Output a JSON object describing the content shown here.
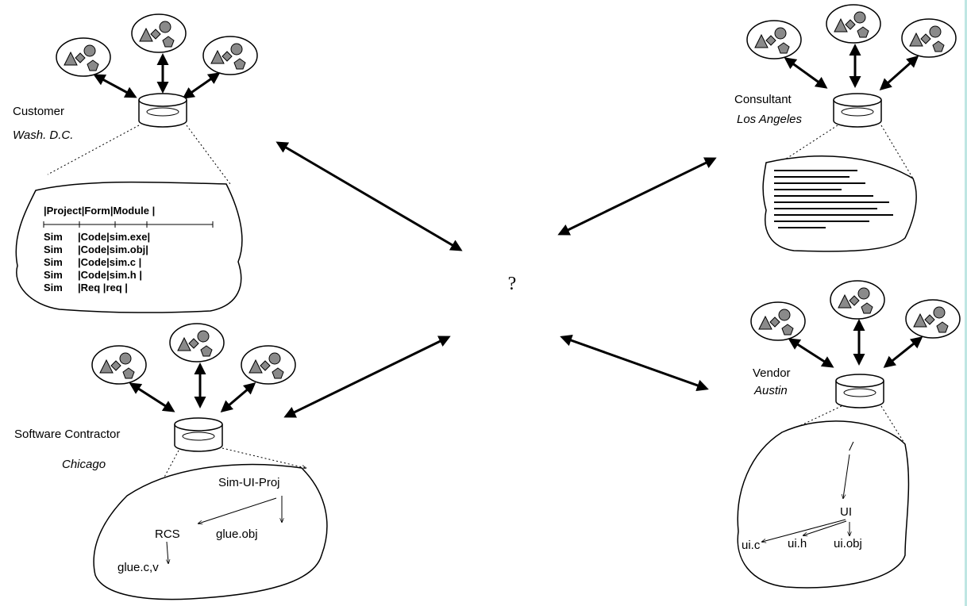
{
  "center": {
    "label": "?"
  },
  "nodes": {
    "customer": {
      "role": "Customer",
      "city": "Wash. D.C.",
      "table": {
        "header": "|Project|Form|Module |",
        "rows": [
          {
            "a": "Sim",
            "b": "|Code|sim.exe|"
          },
          {
            "a": "Sim",
            "b": "|Code|sim.obj|"
          },
          {
            "a": "Sim",
            "b": "|Code|sim.c   |"
          },
          {
            "a": "Sim",
            "b": "|Code|sim.h   |"
          },
          {
            "a": "Sim",
            "b": "|Req |req      |"
          }
        ]
      }
    },
    "consultant": {
      "role": "Consultant",
      "city": "Los Angeles"
    },
    "contractor": {
      "role": "Software Contractor",
      "city": "Chicago",
      "tree": {
        "root": "Sim-UI-Proj",
        "rcs": "RCS",
        "obj": "glue.obj",
        "src": "glue.c,v"
      }
    },
    "vendor": {
      "role": "Vendor",
      "city": "Austin",
      "tree": {
        "root": "/",
        "ui": "UI",
        "c": "ui.c",
        "h": "ui.h",
        "obj": "ui.obj"
      }
    }
  }
}
